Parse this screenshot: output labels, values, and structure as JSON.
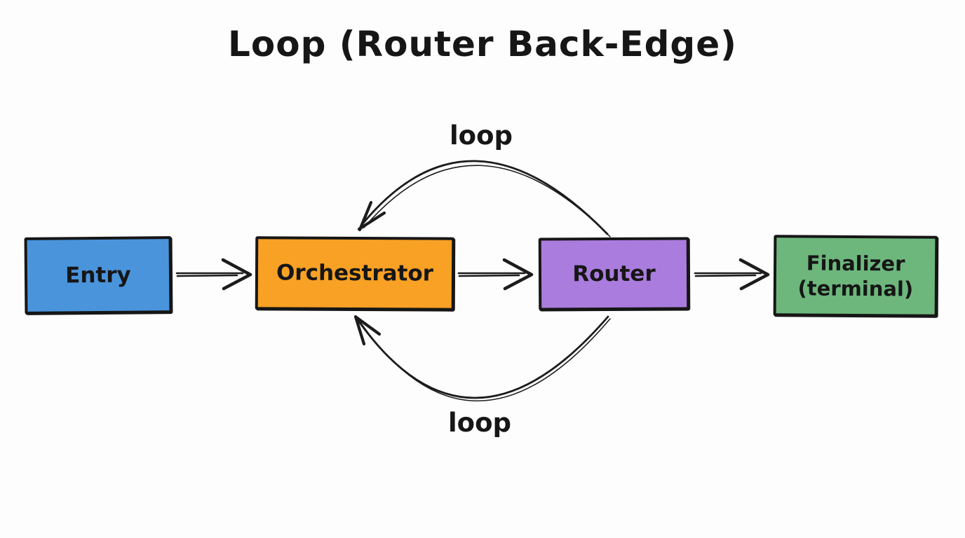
{
  "title": "Loop (Router Back-Edge)",
  "colors": {
    "ink": "#1c1c1c",
    "background": "#fdfdfd",
    "entry": "#4a94dc",
    "orchestrator": "#f9a124",
    "router": "#aa7cde",
    "finalizer": "#6db77d"
  },
  "nodes": {
    "entry": {
      "label": "Entry"
    },
    "orchestrator": {
      "label": "Orchestrator"
    },
    "router": {
      "label": "Router"
    },
    "finalizer": {
      "label_line1": "Finalizer",
      "label_line2": "(terminal)"
    }
  },
  "edges": {
    "entry_to_orchestrator": {
      "from": "Entry",
      "to": "Orchestrator"
    },
    "orchestrator_to_router": {
      "from": "Orchestrator",
      "to": "Router"
    },
    "router_to_finalizer": {
      "from": "Router",
      "to": "Finalizer (terminal)"
    },
    "router_loop_top": {
      "from": "Router",
      "to": "Orchestrator",
      "label": "loop"
    },
    "router_loop_bottom": {
      "from": "Router",
      "to": "Orchestrator",
      "label": "loop"
    }
  }
}
